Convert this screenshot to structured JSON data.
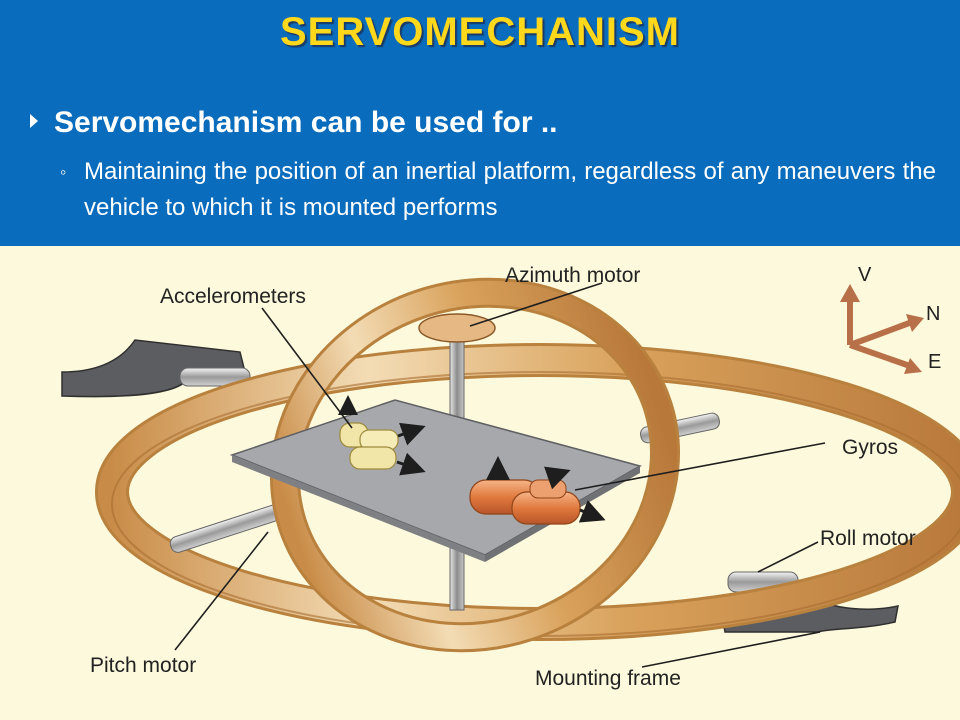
{
  "slide": {
    "title": "SERVOMECHANISM",
    "bullet_main": "Servomechanism can be used for ..",
    "bullet_sub": "Maintaining the position of an inertial platform, regardless of any maneuvers the vehicle to which it is mounted performs"
  },
  "diagram": {
    "labels": {
      "azimuth_motor": "Azimuth motor",
      "accelerometers": "Accelerometers",
      "gyros": "Gyros",
      "roll_motor": "Roll motor",
      "pitch_motor": "Pitch motor",
      "mounting_frame": "Mounting frame"
    },
    "compass": {
      "v": "V",
      "n": "N",
      "e": "E"
    },
    "colors": {
      "ring": "#d9a25c",
      "ring_light": "#f3dcb5",
      "platform": "#a6a8ab",
      "gyro": "#e07a3e",
      "accelerometer": "#f1e6a8",
      "compass_arrow": "#b87048"
    }
  }
}
